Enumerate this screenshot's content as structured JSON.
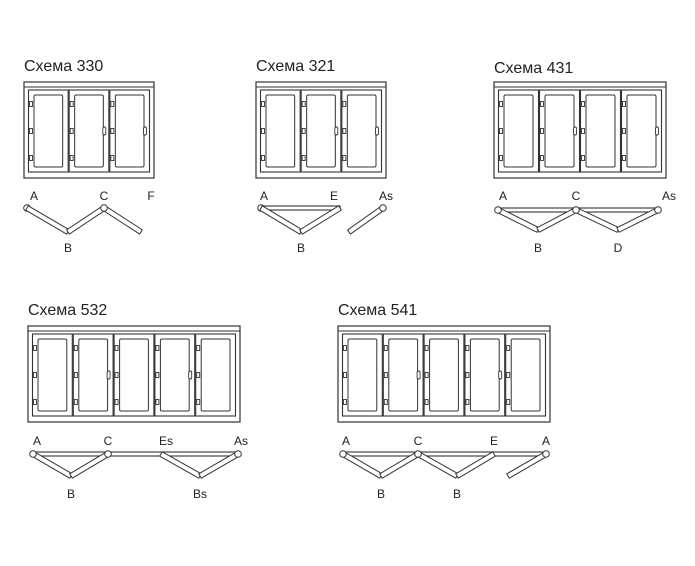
{
  "schemes": [
    {
      "title": "Схема 330",
      "panels": 3,
      "labels_top": [
        "A",
        "C",
        "F"
      ],
      "labels_bottom": [
        "B"
      ]
    },
    {
      "title": "Схема 321",
      "panels": 3,
      "labels_top": [
        "A",
        "E",
        "As"
      ],
      "labels_bottom": [
        "B"
      ]
    },
    {
      "title": "Схема 431",
      "panels": 4,
      "labels_top": [
        "A",
        "C",
        "As"
      ],
      "labels_bottom": [
        "B",
        "D"
      ]
    },
    {
      "title": "Схема 532",
      "panels": 5,
      "labels_top": [
        "A",
        "C",
        "Es",
        "As"
      ],
      "labels_bottom": [
        "B",
        "Bs"
      ]
    },
    {
      "title": "Схема 541",
      "panels": 5,
      "labels_top": [
        "A",
        "C",
        "E",
        "A"
      ],
      "labels_bottom": [
        "B",
        "B"
      ]
    }
  ]
}
